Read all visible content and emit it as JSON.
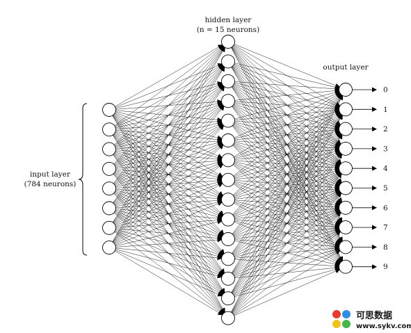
{
  "labels": {
    "hidden_title": "hidden layer",
    "hidden_subtitle": "(n = 15 neurons)",
    "output_title": "output layer",
    "input_title": "input layer",
    "input_subtitle": "(784 neurons)"
  },
  "diagram": {
    "input_neurons_drawn": 8,
    "hidden_neurons_drawn": 15,
    "output_neurons_drawn": 10,
    "output_digits": [
      "0",
      "1",
      "2",
      "3",
      "4",
      "5",
      "6",
      "7",
      "8",
      "9"
    ]
  },
  "watermark": {
    "name": "可思数据",
    "url": "www.sykv.com",
    "colors": [
      "#e63b2e",
      "#2e8de6",
      "#f2c318",
      "#46b648"
    ]
  }
}
